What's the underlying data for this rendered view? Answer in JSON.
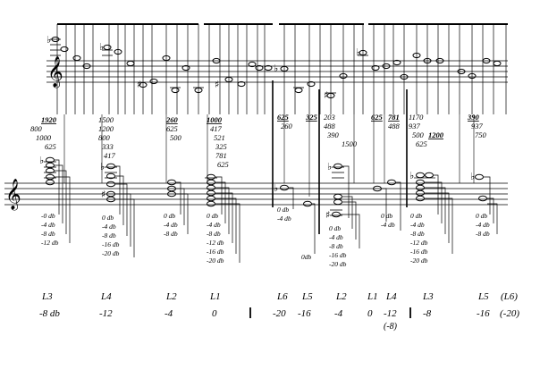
{
  "freq_groups": [
    {
      "values": [
        "1920",
        "800",
        "1000",
        "625"
      ],
      "first_bold": true
    },
    {
      "values": [
        "1500",
        "1200",
        "800",
        "333",
        "417"
      ],
      "first_bold": false
    },
    {
      "values": [
        "260",
        "625",
        "500"
      ],
      "first_bold": true
    },
    {
      "values": [
        "1000",
        "417",
        "521",
        "325",
        "781",
        "625"
      ],
      "first_bold": true
    },
    {
      "values": [
        "625",
        "260"
      ],
      "first_bold": true
    },
    {
      "values": [
        "325"
      ],
      "first_bold": true
    },
    {
      "values": [
        "203",
        "488",
        "390",
        "1500"
      ],
      "first_bold": false
    },
    {
      "values": [
        "625"
      ],
      "first_bold": true
    },
    {
      "values": [
        "781",
        "488"
      ],
      "first_bold": true
    },
    {
      "values": [
        "1170",
        "937",
        "500",
        "625"
      ],
      "first_bold": false
    },
    {
      "values": [
        "1200"
      ],
      "first_bold": true
    },
    {
      "values": [
        "390",
        "937",
        "750"
      ],
      "first_bold": true
    }
  ],
  "db_groups": [
    [
      "-0 db",
      "-4 db",
      "-8 db",
      "-12 db"
    ],
    [
      "0 db",
      "-4 db",
      "-8 db",
      "-16 db",
      "-20 db"
    ],
    [
      "0 db",
      "-4 db",
      "-8 db"
    ],
    [
      "0 db",
      "-4 db",
      "-8 db",
      "-12 db",
      "-16 db",
      "-20 db"
    ],
    [
      "0 db",
      "-4 db"
    ],
    [
      "0db"
    ],
    [
      "0 db",
      "-4 db",
      "-8 db",
      "-16 db",
      "-20 db"
    ],
    [
      "0 db",
      "-4 db"
    ],
    [
      "0 db",
      "-4 db",
      "-8 db",
      "-12 db",
      "-16 db",
      "-20 db"
    ],
    [
      "0 db",
      "-4 db",
      "-8 db"
    ]
  ],
  "loudness_labels": [
    "L3",
    "L4",
    "L2",
    "L1",
    "L6",
    "L5",
    "L2",
    "L1",
    "L4",
    "L3",
    "L5",
    "(L6)"
  ],
  "level_values": [
    "-8 db",
    "-12",
    "-4",
    "0",
    "-20",
    "-16",
    "-4",
    "0",
    "-12",
    "-8",
    "-16",
    "(-20)"
  ],
  "level_note": "(-8)"
}
